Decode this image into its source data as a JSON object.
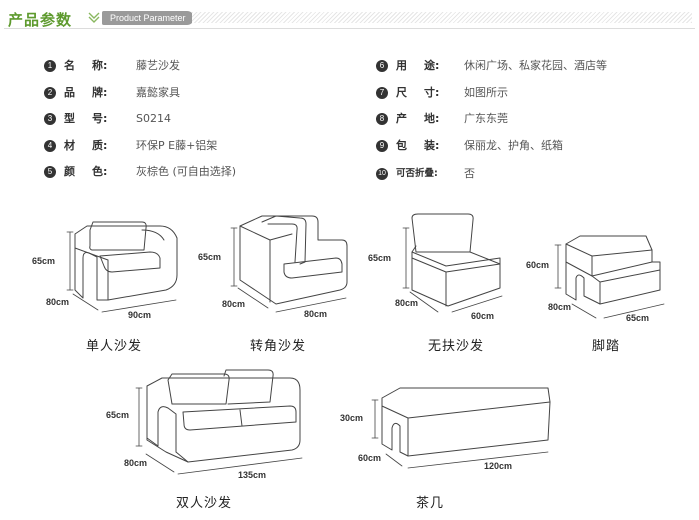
{
  "header": {
    "title": "产品参数",
    "subtitle": "Product Parameter"
  },
  "specs": [
    {
      "num": "1",
      "c1": "名",
      "c2": "称:",
      "value": "藤艺沙发"
    },
    {
      "num": "2",
      "c1": "品",
      "c2": "牌:",
      "value": "嘉懿家具"
    },
    {
      "num": "3",
      "c1": "型",
      "c2": "号:",
      "value": "S0214"
    },
    {
      "num": "4",
      "c1": "材",
      "c2": "质:",
      "value": "环保P E藤+铝架"
    },
    {
      "num": "5",
      "c1": "颜",
      "c2": "色:",
      "value": "灰棕色 (可自由选择)"
    },
    {
      "num": "6",
      "c1": "用",
      "c2": "途:",
      "value": "休闲广场、私家花园、酒店等"
    },
    {
      "num": "7",
      "c1": "尺",
      "c2": "寸:",
      "value": "如图所示"
    },
    {
      "num": "8",
      "c1": "产",
      "c2": "地:",
      "value": "广东东莞"
    },
    {
      "num": "9",
      "c1": "包",
      "c2": "装:",
      "value": "保丽龙、护角、纸箱"
    },
    {
      "num": "10",
      "label": "可否折叠:",
      "value": "否"
    }
  ],
  "products": [
    {
      "name": "单人沙发",
      "height": "65cm",
      "depth": "80cm",
      "width": "90cm"
    },
    {
      "name": "转角沙发",
      "height": "65cm",
      "depth": "80cm",
      "width": "80cm"
    },
    {
      "name": "无扶沙发",
      "height": "65cm",
      "depth": "80cm",
      "width": "60cm"
    },
    {
      "name": "脚踏",
      "height": "60cm",
      "depth": "80cm",
      "width": "65cm"
    },
    {
      "name": "双人沙发",
      "height": "65cm",
      "depth": "80cm",
      "width": "135cm"
    },
    {
      "name": "茶几",
      "height": "30cm",
      "depth": "60cm",
      "width": "120cm"
    }
  ],
  "colors": {
    "accent": "#5e9a2e",
    "pill": "#9a9a9a",
    "line": "#444444"
  },
  "icons": {
    "chevron": "double-chevron-icon"
  }
}
